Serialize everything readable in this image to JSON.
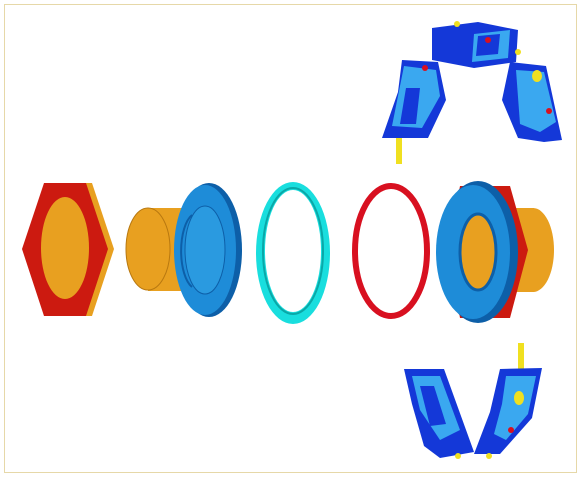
{
  "figure": {
    "text": "",
    "colors": {
      "background": "#ffffff",
      "frame_border": "#e6d8a8",
      "nut_red": "#cc1a10",
      "nut_orange": "#e8a020",
      "body_orange": "#e8a020",
      "body_orange_dark": "#b87810",
      "flange_blue": "#1e8cd8",
      "flange_blue_dark": "#0d5fa8",
      "ring_cyan": "#19dede",
      "ring_cyan_dark": "#0aa8a8",
      "oring_red": "#d81020",
      "clamp_blue": "#1438d8",
      "clamp_blue_light": "#3aa8f0",
      "pin_yellow": "#f0e020"
    },
    "parts": [
      {
        "name": "hex-nut",
        "icon": "hexagon-nut-icon"
      },
      {
        "name": "threaded-body",
        "icon": "cylinder-icon"
      },
      {
        "name": "flange-left",
        "icon": "flange-icon"
      },
      {
        "name": "seal-ring",
        "icon": "ring-icon"
      },
      {
        "name": "o-ring",
        "icon": "o-ring-icon"
      },
      {
        "name": "flanged-fitting",
        "icon": "fitting-icon"
      },
      {
        "name": "clamp-top",
        "icon": "clamp-icon"
      },
      {
        "name": "clamp-bottom",
        "icon": "clamp-icon"
      }
    ]
  }
}
